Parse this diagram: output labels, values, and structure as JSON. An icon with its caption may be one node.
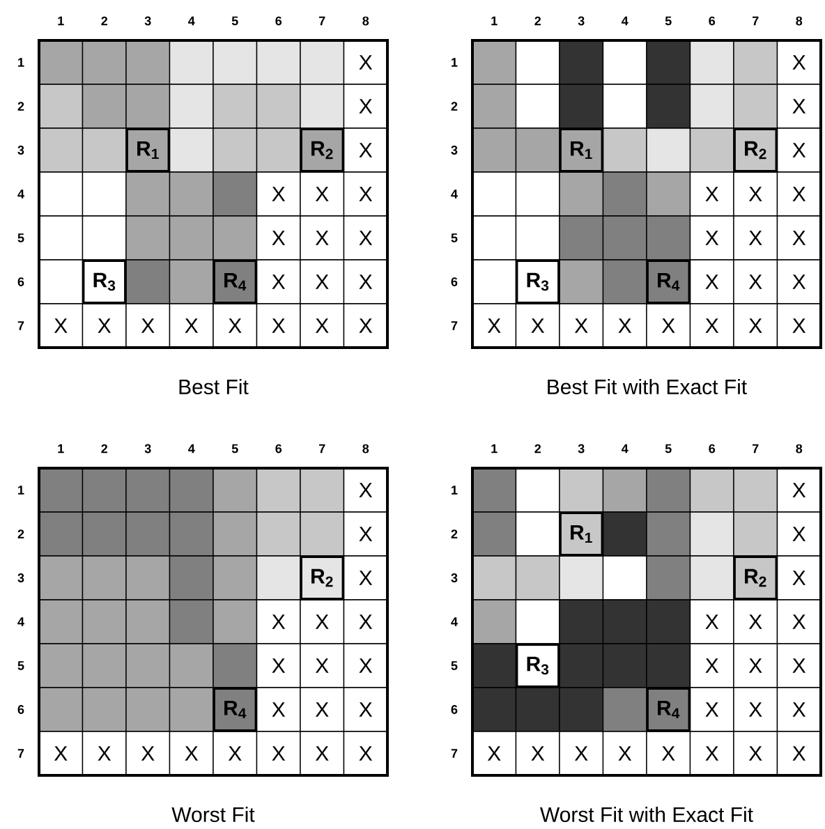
{
  "diagram": {
    "labels": [
      "1",
      "2",
      "3",
      "4",
      "5",
      "6",
      "7",
      "8",
      "1",
      "X",
      "2",
      "X",
      "3",
      "R$_{1}$",
      "R$_{2}$",
      "X",
      "4",
      "X",
      "X",
      "X",
      "5",
      "X",
      "X",
      "X",
      "6",
      "R$_{3}$",
      "R$_{4}$",
      "X",
      "X",
      "X",
      "7",
      "X",
      "X",
      "X",
      "X",
      "X",
      "X",
      "X",
      "X",
      "Best Fit",
      "1",
      "2",
      "3",
      "4",
      "5",
      "6",
      "7",
      "8",
      "1",
      "X",
      "2",
      "X",
      "3",
      "R$_{1}$",
      "R$_{2}$",
      "X",
      "4",
      "X",
      "X",
      "X",
      "5",
      "X",
      "X",
      "X",
      "6",
      "R$_{3}$",
      "R$_{4}$",
      "X",
      "X",
      "X",
      "7",
      "X",
      "X",
      "X",
      "X",
      "X",
      "X",
      "X",
      "X",
      "Best Fit with Exact Fit",
      "1",
      "2",
      "3",
      "4",
      "5",
      "6",
      "7",
      "8",
      "1",
      "X",
      "2",
      "X",
      "3",
      "R$_{2}$",
      "X",
      "4",
      "X",
      "X",
      "X",
      "5",
      "X",
      "X",
      "X",
      "6",
      "R$_{4}$",
      "X",
      "X",
      "X",
      "7",
      "X",
      "X",
      "X",
      "X",
      "X",
      "X",
      "X",
      "X",
      "Worst Fit",
      "1",
      "2",
      "3",
      "4",
      "5",
      "6",
      "7",
      "8",
      "1",
      "X",
      "2",
      "R$_{1}$",
      "X",
      "3",
      "R$_{2}$",
      "X",
      "4",
      "X",
      "X",
      "X",
      "5",
      "R$_{3}$",
      "X",
      "X",
      "X",
      "6",
      "R$_{4}$",
      "X",
      "X",
      "X",
      "7",
      "X",
      "X",
      "X",
      "X",
      "X",
      "X",
      "X",
      "X",
      "Worst Fit with Exact Fit"
    ]
  }
}
